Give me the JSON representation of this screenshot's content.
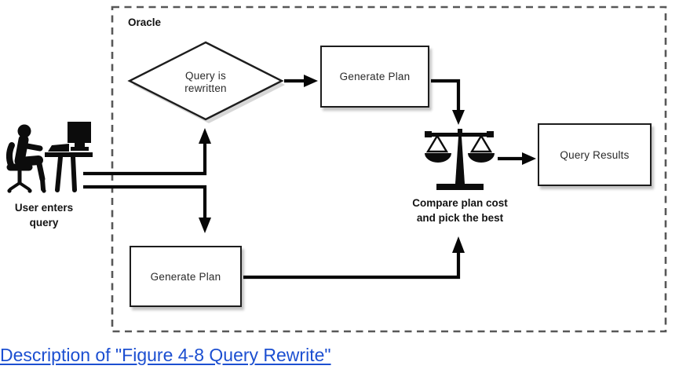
{
  "figure": {
    "boundary_label": "Oracle",
    "nodes": {
      "query_rewritten": "Query is\nrewritten",
      "generate_plan_top": "Generate Plan",
      "generate_plan_bottom": "Generate Plan",
      "query_results": "Query Results"
    },
    "captions": {
      "compare": "Compare plan cost\nand pick the best",
      "user": "User enters\nquery"
    },
    "icons": {
      "balance_scale": "balance-scale-icon",
      "person_at_computer": "person-at-computer-icon"
    },
    "colors": {
      "arrow_black": "#070707",
      "shape_border": "#1d1d1d",
      "boundary_dash_gray": "#585858",
      "shadow_gray": "#c9c9c9",
      "link_blue": "#1c4fd1"
    }
  },
  "footer": {
    "description_link": "Description of \"Figure 4-8 Query Rewrite\""
  }
}
